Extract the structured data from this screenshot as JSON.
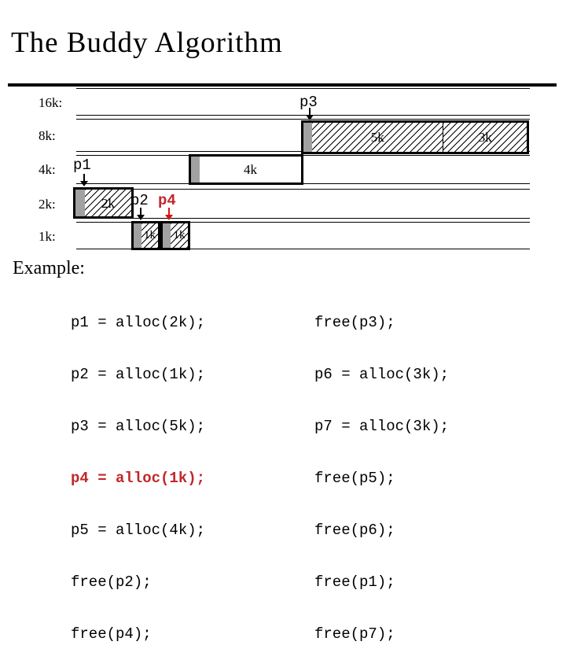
{
  "title": "The Buddy Algorithm",
  "colors": {
    "accent_red": "#c2272b",
    "block_gray": "#a1a1a1",
    "line_black": "#000000"
  },
  "diagram": {
    "rows": [
      {
        "label": "16k:"
      },
      {
        "label": "8k:"
      },
      {
        "label": "4k:"
      },
      {
        "label": "2k:"
      },
      {
        "label": "1k:"
      }
    ],
    "blocks": {
      "block8k": {
        "segments": [
          "5k",
          "3k"
        ]
      },
      "block4k": {
        "label": "4k"
      },
      "block2k": {
        "label": "2k"
      },
      "block1k_a": {
        "label": "1k"
      },
      "block1k_b": {
        "label": "1k"
      }
    },
    "pointers": [
      {
        "label": "p3",
        "color": "black"
      },
      {
        "label": "p1",
        "color": "black"
      },
      {
        "label": "p2",
        "color": "black"
      },
      {
        "label": "p4",
        "color": "red"
      }
    ]
  },
  "example": {
    "heading": "Example:",
    "left_code": [
      "p1 = alloc(2k);",
      "p2 = alloc(1k);",
      "p3 = alloc(5k);",
      "p4 = alloc(1k);",
      "p5 = alloc(4k);",
      "free(p2);",
      "free(p4);"
    ],
    "highlighted_line": "p4 = alloc(1k);",
    "right_code": [
      "free(p3);",
      "p6 = alloc(3k);",
      "p7 = alloc(3k);",
      "free(p5);",
      "free(p6);",
      "free(p1);",
      "free(p7);"
    ]
  }
}
